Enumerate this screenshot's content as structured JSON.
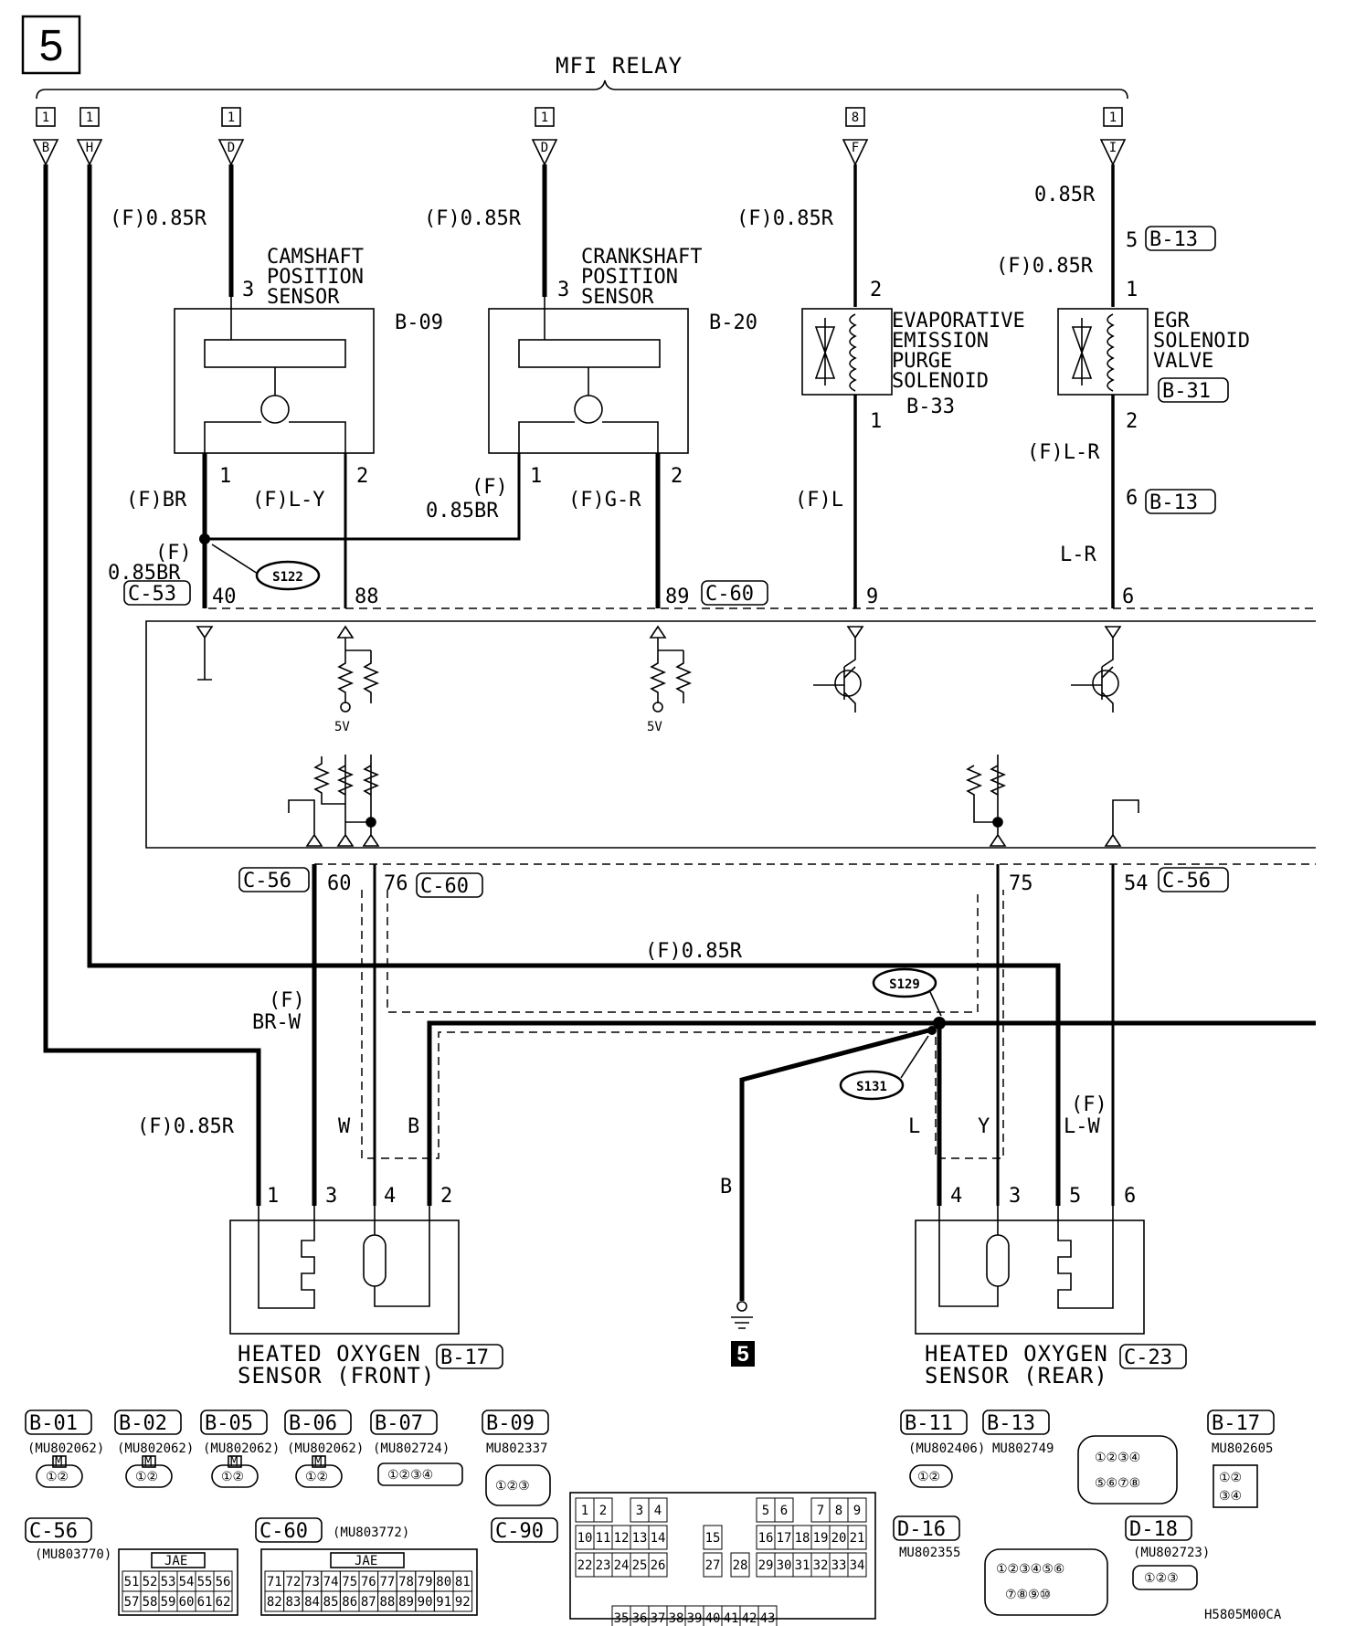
{
  "page_number": "5",
  "title": "MFI RELAY",
  "footer_code": "H5805M00CA",
  "ground_label": "5",
  "relay_terminals": [
    {
      "num": "1",
      "letter": "B"
    },
    {
      "num": "1",
      "letter": "H"
    },
    {
      "num": "1",
      "letter": "D"
    },
    {
      "num": "1",
      "letter": "D"
    },
    {
      "num": "8",
      "letter": "F"
    },
    {
      "num": "1",
      "letter": "I"
    }
  ],
  "wires": {
    "cam_feed": "(F)0.85R",
    "crank_feed": "(F)0.85R",
    "evap_feed": "(F)0.85R",
    "egr_feed_a": "0.85R",
    "egr_feed_b": "(F)0.85R",
    "cam_br": "(F)BR",
    "cam_ly": "(F)L-Y",
    "crank_f": "(F)",
    "crank_085br": "0.85BR",
    "crank_gr": "(F)G-R",
    "evap_l": "(F)L",
    "egr_lr_a": "(F)L-R",
    "egr_lr_b": "L-R",
    "s122_f": "(F)",
    "s122_085br": "0.85BR",
    "h_wire": "(F)0.85R",
    "front_brw_f": "(F)",
    "front_brw": "BR-W",
    "front_b_085r": "(F)0.85R",
    "front_w": "W",
    "front_b": "B",
    "gnd_b": "B",
    "rear_l": "L",
    "rear_y": "Y",
    "rear_lw_f": "(F)",
    "rear_lw": "L-W"
  },
  "components": {
    "camshaft": {
      "line1": "CAMSHAFT",
      "line2": "POSITION",
      "line3": "SENSOR",
      "conn": "B-09"
    },
    "crankshaft": {
      "line1": "CRANKSHAFT",
      "line2": "POSITION",
      "line3": "SENSOR",
      "conn": "B-20"
    },
    "evap": {
      "line1": "EVAPORATIVE",
      "line2": "EMISSION",
      "line3": "PURGE",
      "line4": "SOLENOID",
      "conn": "B-33"
    },
    "egr": {
      "line1": "EGR",
      "line2": "SOLENOID",
      "line3": "VALVE",
      "conn": "B-31"
    },
    "ho2_front": {
      "line1": "HEATED OXYGEN",
      "line2": "SENSOR (FRONT)",
      "conn": "B-17"
    },
    "ho2_rear": {
      "line1": "HEATED OXYGEN",
      "line2": "SENSOR (REAR)",
      "conn": "C-23"
    }
  },
  "splices": [
    "S122",
    "S129",
    "S131"
  ],
  "connectors": {
    "c53": "C-53",
    "c60a": "C-60",
    "c56a": "C-56",
    "c60b": "C-60",
    "c56b": "C-56",
    "b13a": "B-13",
    "b13b": "B-13"
  },
  "pins": {
    "cam3": "3",
    "cam1": "1",
    "cam2": "2",
    "crank3": "3",
    "crank1": "1",
    "crank2": "2",
    "evap2": "2",
    "evap1": "1",
    "egr5": "5",
    "egr1": "1",
    "egr2": "2",
    "egr6": "6",
    "ecu40": "40",
    "ecu88": "88",
    "ecu89": "89",
    "ecu9": "9",
    "ecu6": "6",
    "ecu60": "60",
    "ecu76": "76",
    "ecu75": "75",
    "ecu54": "54",
    "f1": "1",
    "f3": "3",
    "f4": "4",
    "f2": "2",
    "r4": "4",
    "r3": "3",
    "r5": "5",
    "r6": "6"
  },
  "ecu_labels": {
    "v5a": "5V",
    "v5b": "5V"
  },
  "legend": {
    "b01": {
      "id": "B-01",
      "part": "(MU802062)"
    },
    "b02": {
      "id": "B-02",
      "part": "(MU802062)"
    },
    "b05": {
      "id": "B-05",
      "part": "(MU802062)"
    },
    "b06": {
      "id": "B-06",
      "part": "(MU802062)"
    },
    "b07": {
      "id": "B-07",
      "part": "(MU802724)"
    },
    "b09": {
      "id": "B-09",
      "part": "MU802337"
    },
    "b11": {
      "id": "B-11",
      "part": "(MU802406)"
    },
    "b13": {
      "id": "B-13",
      "part": "MU802749"
    },
    "b17": {
      "id": "B-17",
      "part": "MU802605"
    },
    "c56": {
      "id": "C-56",
      "part": "(MU803770)",
      "brand": "JAE"
    },
    "c60": {
      "id": "C-60",
      "part": "(MU803772)",
      "brand": "JAE"
    },
    "c90": {
      "id": "C-90"
    },
    "d16": {
      "id": "D-16",
      "part": "MU802355"
    },
    "d18": {
      "id": "D-18",
      "part": "(MU802723)"
    },
    "m": "M",
    "c56_rows": [
      [
        "51",
        "52",
        "53",
        "54",
        "55",
        "56"
      ],
      [
        "57",
        "58",
        "59",
        "60",
        "61",
        "62"
      ]
    ],
    "c60_rows": [
      [
        "71",
        "72",
        "73",
        "74",
        "75",
        "76",
        "77",
        "78",
        "79",
        "80",
        "81"
      ],
      [
        "82",
        "83",
        "84",
        "85",
        "86",
        "87",
        "88",
        "89",
        "90",
        "91",
        "92"
      ]
    ],
    "c90_cells": [
      "1",
      "2",
      "3",
      "4",
      "5",
      "6",
      "7",
      "8",
      "9",
      "10",
      "11",
      "12",
      "13",
      "14",
      "15",
      "16",
      "17",
      "18",
      "19",
      "20",
      "21",
      "22",
      "23",
      "24",
      "25",
      "26",
      "27",
      "28",
      "29",
      "30",
      "31",
      "32",
      "33",
      "34",
      "35",
      "36",
      "37",
      "38",
      "39",
      "40",
      "41",
      "42",
      "43"
    ]
  }
}
